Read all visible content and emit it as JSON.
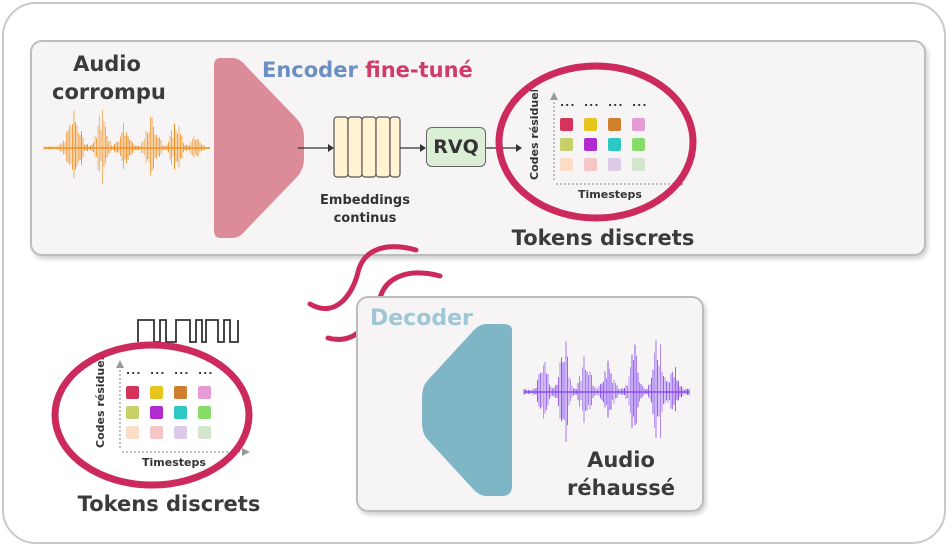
{
  "encoder_block": {
    "input_label": "Audio corrompu",
    "encoder_word": "Encoder",
    "encoder_suffix": "fine-tuné",
    "embeddings_label": "Embeddings continus",
    "quantizer_label": "RVQ",
    "tokens_label": "Tokens discrets",
    "codes_axis": "Codes résiduels",
    "time_axis": "Timesteps"
  },
  "decoder_block": {
    "tokens_label": "Tokens discrets",
    "codes_axis": "Codes résiduels",
    "time_axis": "Timesteps",
    "decoder_label": "Decoder",
    "output_label": "Audio réhaussé"
  },
  "token_grid": {
    "ellipsis": "...",
    "rows": [
      [
        "#d6335a",
        "#e6c51e",
        "#cf7f2e",
        "#e69ad6"
      ],
      [
        "#c8d06a",
        "#b12ccf",
        "#2cc9c4",
        "#86dc68"
      ],
      [
        "#fbdcc4",
        "#f6c6c6",
        "#dccbe6",
        "#d3e6cd"
      ]
    ]
  },
  "colors": {
    "encoder_fill": "#dc8c98",
    "decoder_fill": "#7fb6c6",
    "encoder_word": "#6a8fc4",
    "encoder_suffix": "#d23a6a",
    "decoder_word": "#9fc7d6",
    "highlight_ring": "#cc2a5c",
    "wave_in": "#f29020",
    "wave_out": "#8a4df0",
    "embed_fill": "#fff3d2",
    "rvq_fill": "#dbeed6"
  }
}
